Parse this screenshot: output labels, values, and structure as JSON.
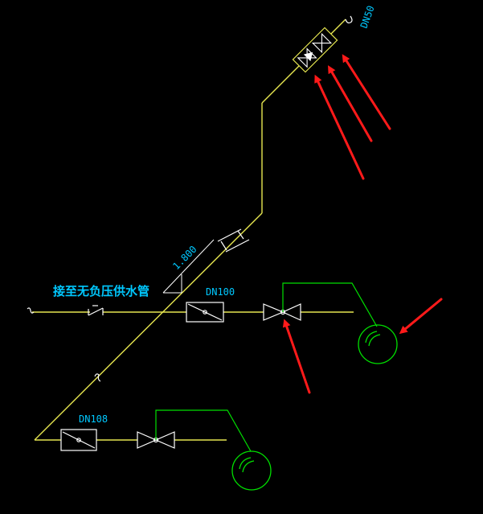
{
  "colors": {
    "background": "#000000",
    "pipe": "#e6e650",
    "symbol": "#ffffff",
    "green_line": "#00e000",
    "text": "#00c8ff",
    "annotation_arrow": "#ff1a1a"
  },
  "labels": {
    "supply_note": "接至无负压供水管",
    "dn50": "DN50",
    "dn100": "DN100",
    "dn108": "DN108",
    "elevation": "1.800"
  },
  "icons": {
    "valve": "gate-valve-icon",
    "check_valve": "check-valve-icon",
    "filter": "filter-box-icon",
    "tank": "pressure-tank-icon",
    "arrow": "red-arrow-icon"
  }
}
